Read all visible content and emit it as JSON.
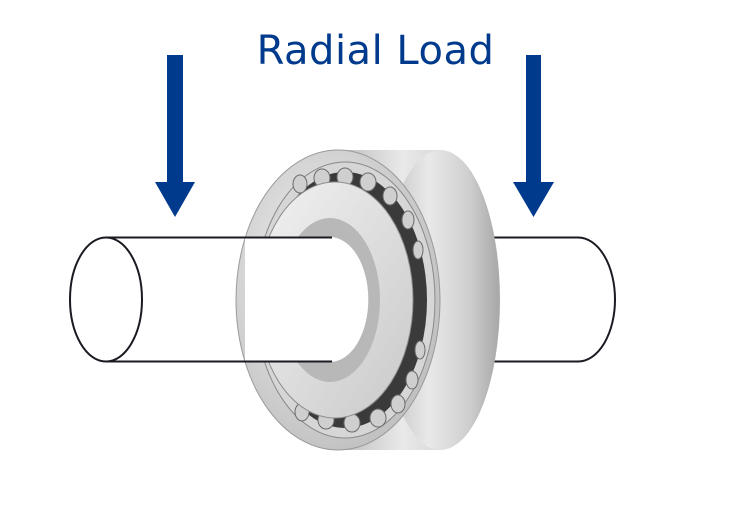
{
  "diagram": {
    "title": "Radial Load",
    "colors": {
      "arrow": "#003a8c",
      "title": "#003a8c",
      "shaft_outline": "#1a1a22",
      "bearing_metal": "#d8d8d8",
      "bearing_dark": "#3a3a3a",
      "background": "#ffffff"
    },
    "elements": [
      {
        "type": "arrow",
        "name": "left-load-arrow",
        "direction": "down"
      },
      {
        "type": "arrow",
        "name": "right-load-arrow",
        "direction": "down"
      },
      {
        "type": "shaft",
        "name": "shaft-cylinder"
      },
      {
        "type": "bearing",
        "name": "tapered-roller-bearing"
      }
    ]
  }
}
